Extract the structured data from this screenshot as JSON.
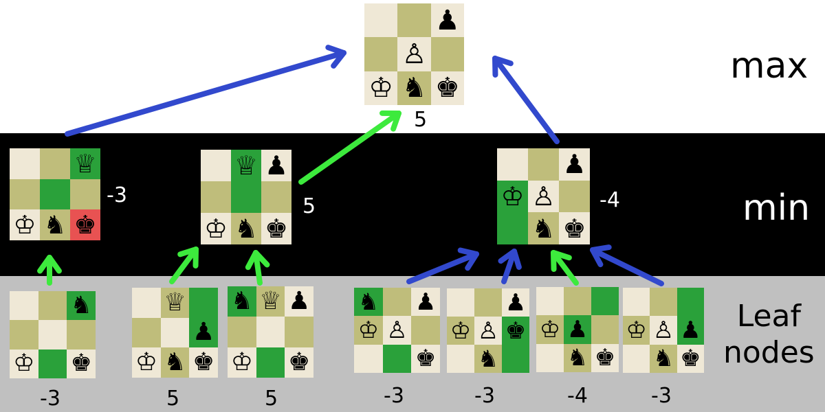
{
  "colors": {
    "light": "#efe8d6",
    "dark": "#bfbd7b",
    "highlight": "#2aa13a",
    "danger": "#e85252",
    "arrow_blue": "#3249cd",
    "arrow_green": "#3dea3d"
  },
  "labels": {
    "max": "max",
    "min": "min",
    "leaf": "Leaf\nnodes"
  },
  "piece_glyphs": {
    "K": "♔",
    "k": "♚",
    "Q": "♕",
    "q": "♛",
    "P": "♙",
    "p": "♟",
    "N": "♘",
    "n": "♞"
  },
  "boards": [
    {
      "id": "root",
      "level": "max",
      "score": "5",
      "squares": [
        "L",
        "D",
        "L",
        "D",
        "L",
        "D",
        "L",
        "D",
        "L"
      ],
      "pieces": [
        "",
        "",
        "p",
        "",
        "P",
        "",
        "K",
        "n",
        "k"
      ]
    },
    {
      "id": "min1",
      "level": "min",
      "score": "-3",
      "squares": [
        "L",
        "D",
        "H",
        "D",
        "H",
        "D",
        "L",
        "D",
        "R"
      ],
      "pieces": [
        "",
        "",
        "Q",
        "",
        "",
        "",
        "K",
        "n",
        "k"
      ]
    },
    {
      "id": "min2",
      "level": "min",
      "score": "5",
      "squares": [
        "L",
        "H",
        "L",
        "D",
        "H",
        "D",
        "L",
        "D",
        "L"
      ],
      "pieces": [
        "",
        "Q",
        "p",
        "",
        "",
        "",
        "K",
        "n",
        "k"
      ]
    },
    {
      "id": "min3",
      "level": "min",
      "score": "-4",
      "squares": [
        "L",
        "D",
        "L",
        "H",
        "L",
        "D",
        "H",
        "D",
        "L"
      ],
      "pieces": [
        "",
        "",
        "p",
        "K",
        "P",
        "",
        "",
        "n",
        "k"
      ]
    },
    {
      "id": "leaf1",
      "level": "leaf",
      "score": "-3",
      "squares": [
        "L",
        "D",
        "H",
        "D",
        "L",
        "D",
        "L",
        "H",
        "L"
      ],
      "pieces": [
        "",
        "",
        "n",
        "",
        "",
        "",
        "K",
        "",
        "k"
      ]
    },
    {
      "id": "leaf2",
      "level": "leaf",
      "score": "5",
      "squares": [
        "L",
        "D",
        "H",
        "D",
        "L",
        "H",
        "L",
        "D",
        "L"
      ],
      "pieces": [
        "",
        "Q",
        "",
        "",
        "",
        "p",
        "K",
        "n",
        "k"
      ]
    },
    {
      "id": "leaf3",
      "level": "leaf",
      "score": "5",
      "squares": [
        "H",
        "D",
        "L",
        "D",
        "L",
        "D",
        "L",
        "H",
        "L"
      ],
      "pieces": [
        "n",
        "Q",
        "p",
        "",
        "",
        "",
        "K",
        "",
        "k"
      ]
    },
    {
      "id": "leaf4",
      "level": "leaf",
      "score": "-3",
      "squares": [
        "H",
        "D",
        "L",
        "D",
        "L",
        "D",
        "L",
        "H",
        "L"
      ],
      "pieces": [
        "n",
        "",
        "p",
        "K",
        "P",
        "",
        "",
        "",
        "k"
      ]
    },
    {
      "id": "leaf5",
      "level": "leaf",
      "score": "-3",
      "squares": [
        "L",
        "D",
        "L",
        "D",
        "L",
        "H",
        "L",
        "D",
        "H"
      ],
      "pieces": [
        "",
        "",
        "p",
        "K",
        "P",
        "k",
        "",
        "n",
        ""
      ]
    },
    {
      "id": "leaf6",
      "level": "leaf",
      "score": "-4",
      "squares": [
        "L",
        "D",
        "H",
        "D",
        "H",
        "D",
        "L",
        "D",
        "L"
      ],
      "pieces": [
        "",
        "",
        "",
        "K",
        "p",
        "",
        "",
        "n",
        "k"
      ]
    },
    {
      "id": "leaf7",
      "level": "leaf",
      "score": "-3",
      "squares": [
        "L",
        "D",
        "H",
        "D",
        "L",
        "H",
        "L",
        "D",
        "L"
      ],
      "pieces": [
        "",
        "",
        "",
        "K",
        "P",
        "p",
        "",
        "n",
        "k"
      ]
    }
  ],
  "edges": [
    {
      "from": "min1",
      "to": "root",
      "color": "blue"
    },
    {
      "from": "min2",
      "to": "root",
      "color": "green"
    },
    {
      "from": "min3",
      "to": "root",
      "color": "blue"
    },
    {
      "from": "leaf1",
      "to": "min1",
      "color": "green"
    },
    {
      "from": "leaf2",
      "to": "min2",
      "color": "green"
    },
    {
      "from": "leaf3",
      "to": "min2",
      "color": "green"
    },
    {
      "from": "leaf4",
      "to": "min3",
      "color": "blue"
    },
    {
      "from": "leaf5",
      "to": "min3",
      "color": "blue"
    },
    {
      "from": "leaf6",
      "to": "min3",
      "color": "green"
    },
    {
      "from": "leaf7",
      "to": "min3",
      "color": "blue"
    }
  ]
}
